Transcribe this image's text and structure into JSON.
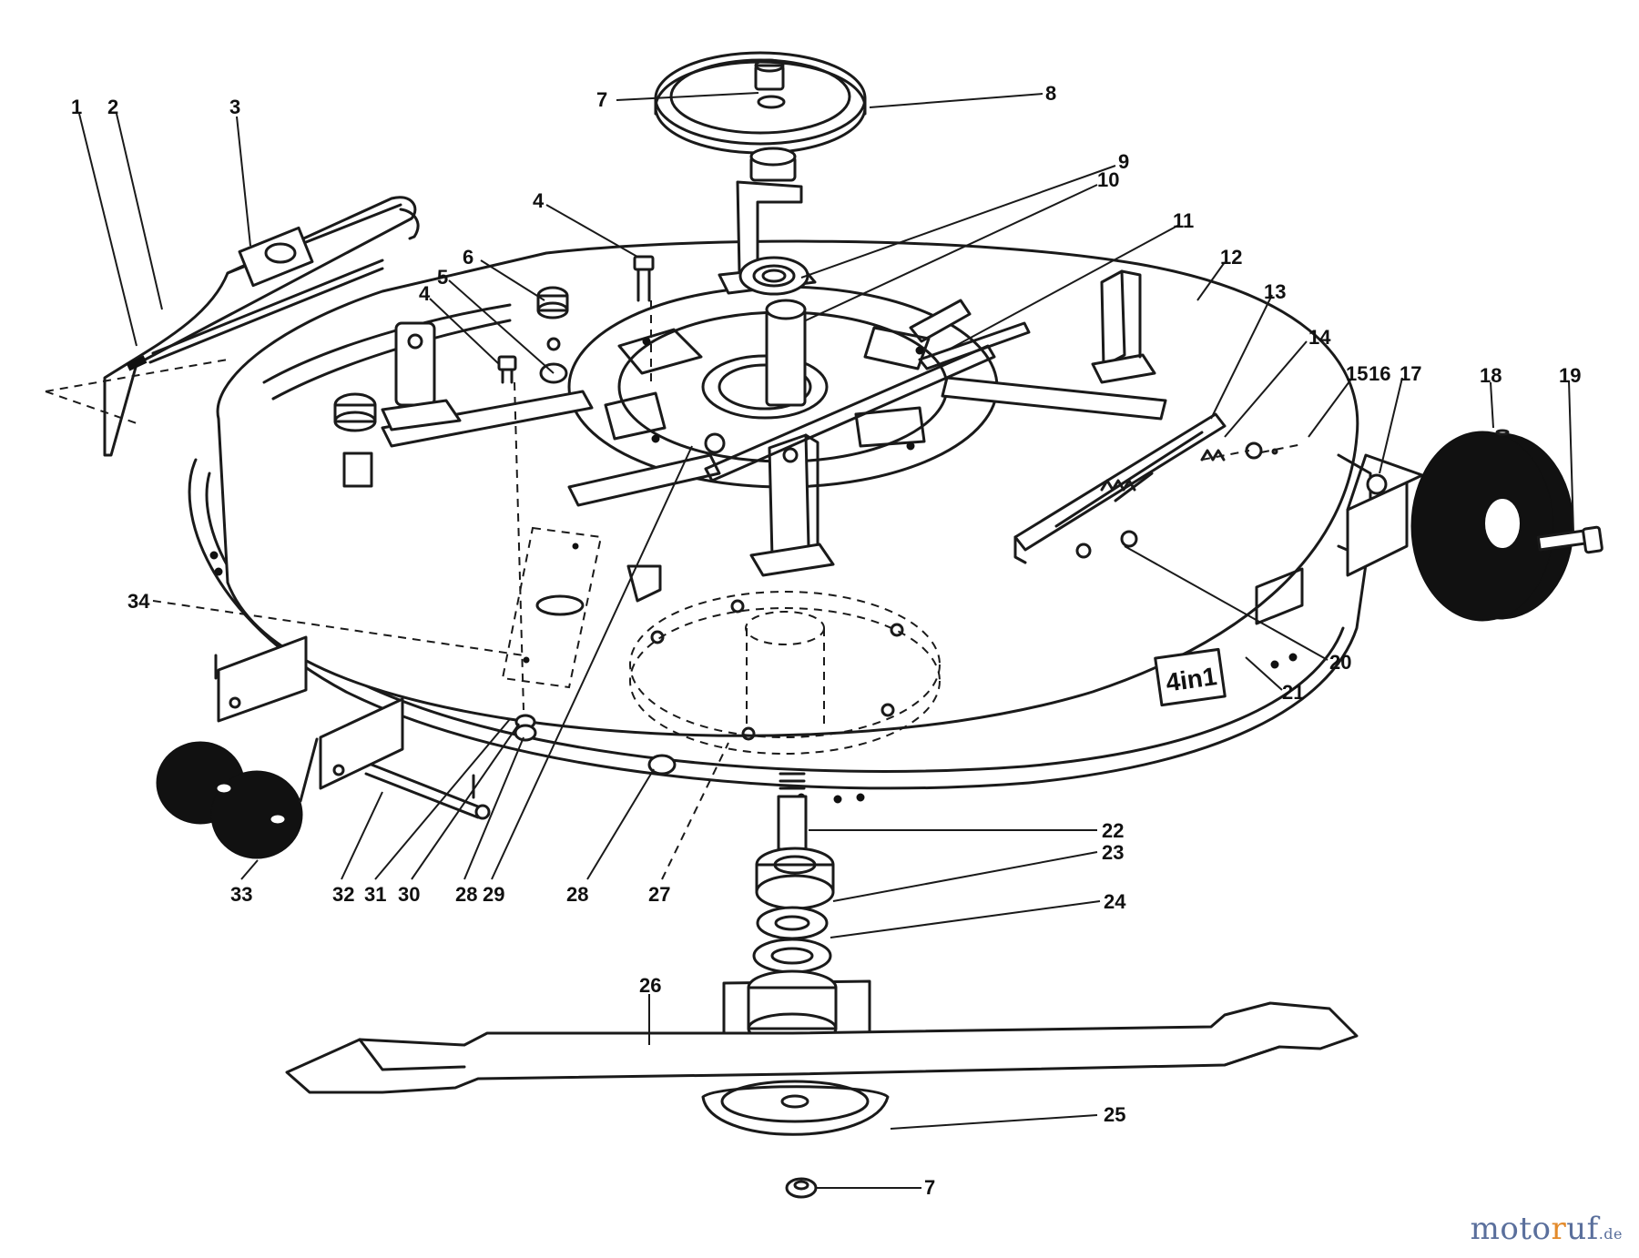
{
  "diagram": {
    "callouts": [
      "1",
      "2",
      "3",
      "4",
      "4",
      "5",
      "6",
      "7",
      "7",
      "8",
      "9",
      "10",
      "11",
      "12",
      "13",
      "14",
      "15",
      "16",
      "17",
      "18",
      "19",
      "20",
      "21",
      "22",
      "23",
      "24",
      "25",
      "26",
      "27",
      "28",
      "28",
      "29",
      "30",
      "31",
      "32",
      "33",
      "34"
    ],
    "colors": {
      "ink": "#1a1a1a",
      "paper": "#ffffff",
      "wheel": "#111111"
    }
  },
  "watermark": {
    "part1": "moto",
    "part2": "r",
    "part3": "uf",
    "tld": ".de",
    "colors": {
      "blue": "#5a6f9c",
      "orange": "#e38a2a"
    }
  }
}
